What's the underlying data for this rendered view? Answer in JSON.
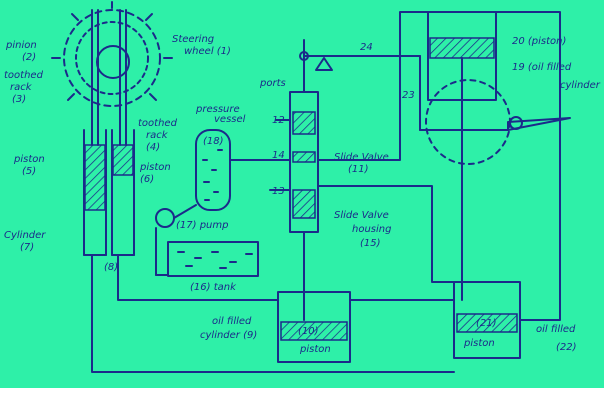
{
  "colors": {
    "background": "#2ef0a8",
    "ink": "#1b2a8a",
    "border": "#ffffff"
  },
  "labels": {
    "pinion": "pinion",
    "pinion_num": "(2)",
    "steering": "Steering",
    "steering_wheel": "wheel (1)",
    "toothed": "toothed",
    "rack": "rack",
    "rack_num": "(3)",
    "toothed2": "toothed",
    "rack2": "rack",
    "rack2_num": "(4)",
    "piston_left": "piston",
    "piston_left_num": "(5)",
    "piston_mid": "piston",
    "piston_mid_num": "(6)",
    "cylinder": "Cylinder",
    "cylinder_num": "(7)",
    "cylinder8": "(8)",
    "pressure": "pressure",
    "vessel": "vessel",
    "vessel_num": "(18)",
    "ports": "ports",
    "port12": "12",
    "port14": "14",
    "port13": "13",
    "slide_valve": "Slide Valve",
    "slide_valve_num": "(11)",
    "slide_valve_housing": "Slide Valve",
    "housing": "housing",
    "housing_num": "(15)",
    "pump": "(17) pump",
    "tank": "(16) tank",
    "link24": "24",
    "link23": "23",
    "piston20": "20 (piston)",
    "oil_filled_19": "19 (oil filled",
    "cylinder19": "cylinder",
    "oil_filled_mid": "oil filled",
    "cylinder_mid": "cylinder (9)",
    "piston10": "(10)",
    "piston10_label": "piston",
    "piston21": "(21)",
    "piston21_label": "piston",
    "oil_filled_right": "oil filled",
    "cylinder22": "(22)"
  }
}
